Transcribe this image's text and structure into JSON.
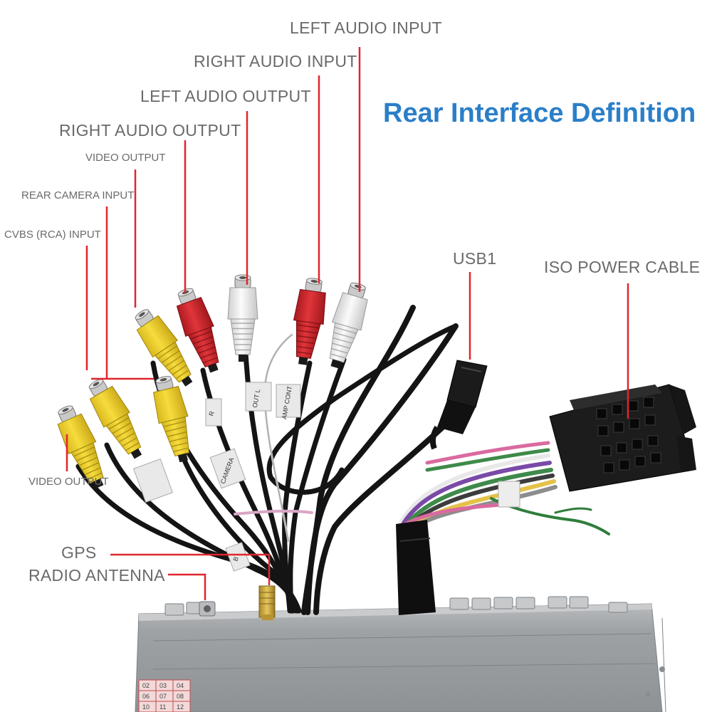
{
  "title": "Rear Interface Definition",
  "labels": {
    "left_audio_input": "LEFT AUDIO INPUT",
    "right_audio_input": "RIGHT AUDIO INPUT",
    "left_audio_output": "LEFT AUDIO OUTPUT",
    "right_audio_output": "RIGHT AUDIO OUTPUT",
    "video_output_top": "VIDEO OUTPUT",
    "rear_camera_input": "REAR CAMERA INPUT",
    "cvbs_input": "CVBS (RCA) INPUT",
    "video_output_bottom": "VIDEO OUTPUT",
    "usb1": "USB1",
    "iso_power_cable": "ISO POWER CABLE",
    "gps": "GPS",
    "radio_antenna": "RADIO ANTENNA"
  },
  "sleeve_tags": {
    "out_l": "OUT L",
    "amp_cont": "AMP CONT",
    "r": "R",
    "camera": "CAMERA",
    "b": "B"
  },
  "chassis_grid": [
    "02",
    "03",
    "04",
    "06",
    "07",
    "08",
    "10",
    "11",
    "12"
  ],
  "colors": {
    "accent": "#2b7fc8",
    "callout_line": "#e0262d",
    "label_text": "#6a6a6a",
    "rca_yellow": "#f2d22e",
    "rca_red": "#d8272d",
    "rca_white": "#f1f1f1",
    "cable": "#141414",
    "chassis": "#9a9ea1"
  }
}
